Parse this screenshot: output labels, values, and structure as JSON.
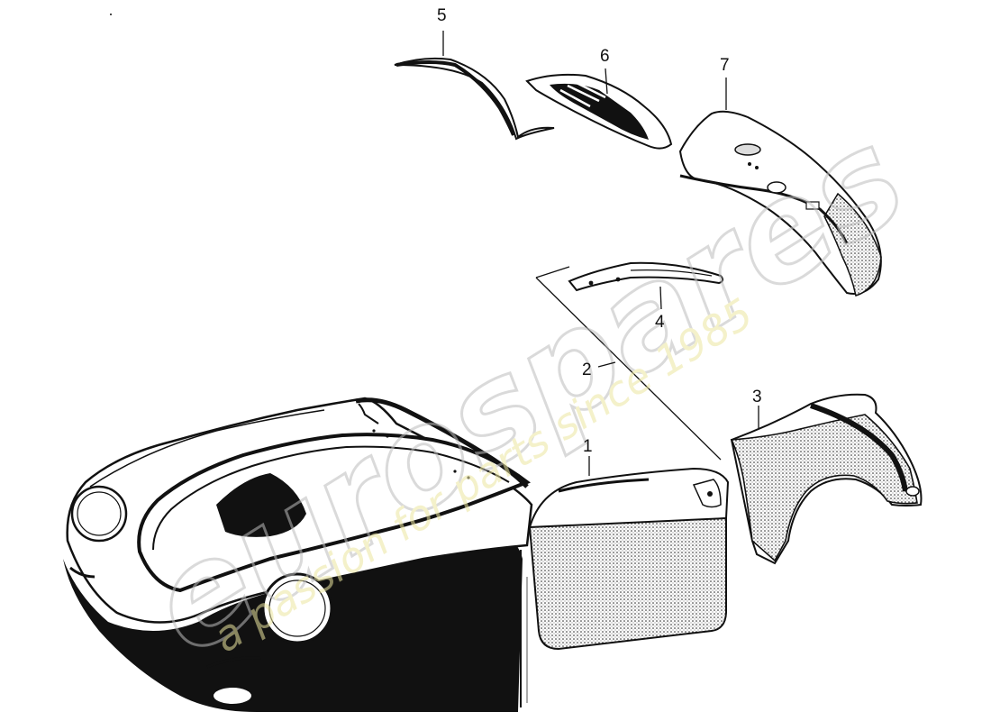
{
  "callouts": [
    {
      "id": "1",
      "label": "1"
    },
    {
      "id": "2",
      "label": "2"
    },
    {
      "id": "3",
      "label": "3"
    },
    {
      "id": "4",
      "label": "4"
    },
    {
      "id": "5",
      "label": "5"
    },
    {
      "id": "6",
      "label": "6"
    },
    {
      "id": "7",
      "label": "7"
    }
  ],
  "watermark": {
    "brand": "eurospares",
    "tagline": "a passion for parts since 1985"
  },
  "colors": {
    "ink": "#111111",
    "panel_fill": "#ffffff",
    "watermark_gray": "#d9d9d9",
    "watermark_yellow": "#f2eeb0"
  }
}
